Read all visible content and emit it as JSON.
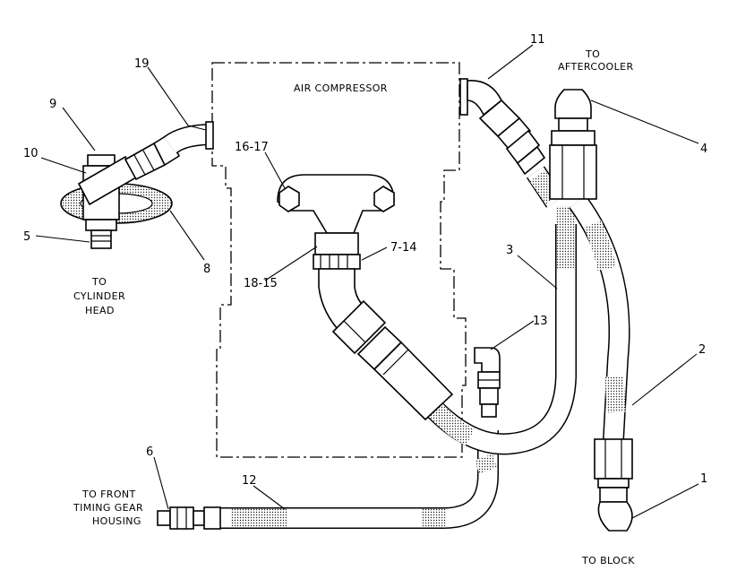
{
  "diagram": {
    "compressor_label": "AIR COMPRESSOR",
    "dest_aftercooler_1": "TO",
    "dest_aftercooler_2": "AFTERCOOLER",
    "dest_cylinder_1": "TO",
    "dest_cylinder_2": "CYLINDER",
    "dest_cylinder_3": "HEAD",
    "dest_front_1": "TO FRONT",
    "dest_front_2": "TIMING GEAR",
    "dest_front_3": "HOUSING",
    "dest_block": "TO BLOCK",
    "callouts": {
      "c1": "1",
      "c2": "2",
      "c3": "3",
      "c4": "4",
      "c5": "5",
      "c6": "6",
      "c7_14": "7-14",
      "c8": "8",
      "c9": "9",
      "c10": "10",
      "c11": "11",
      "c12": "12",
      "c13": "13",
      "c16_17": "16-17",
      "c18_15": "18-15",
      "c19": "19"
    }
  }
}
